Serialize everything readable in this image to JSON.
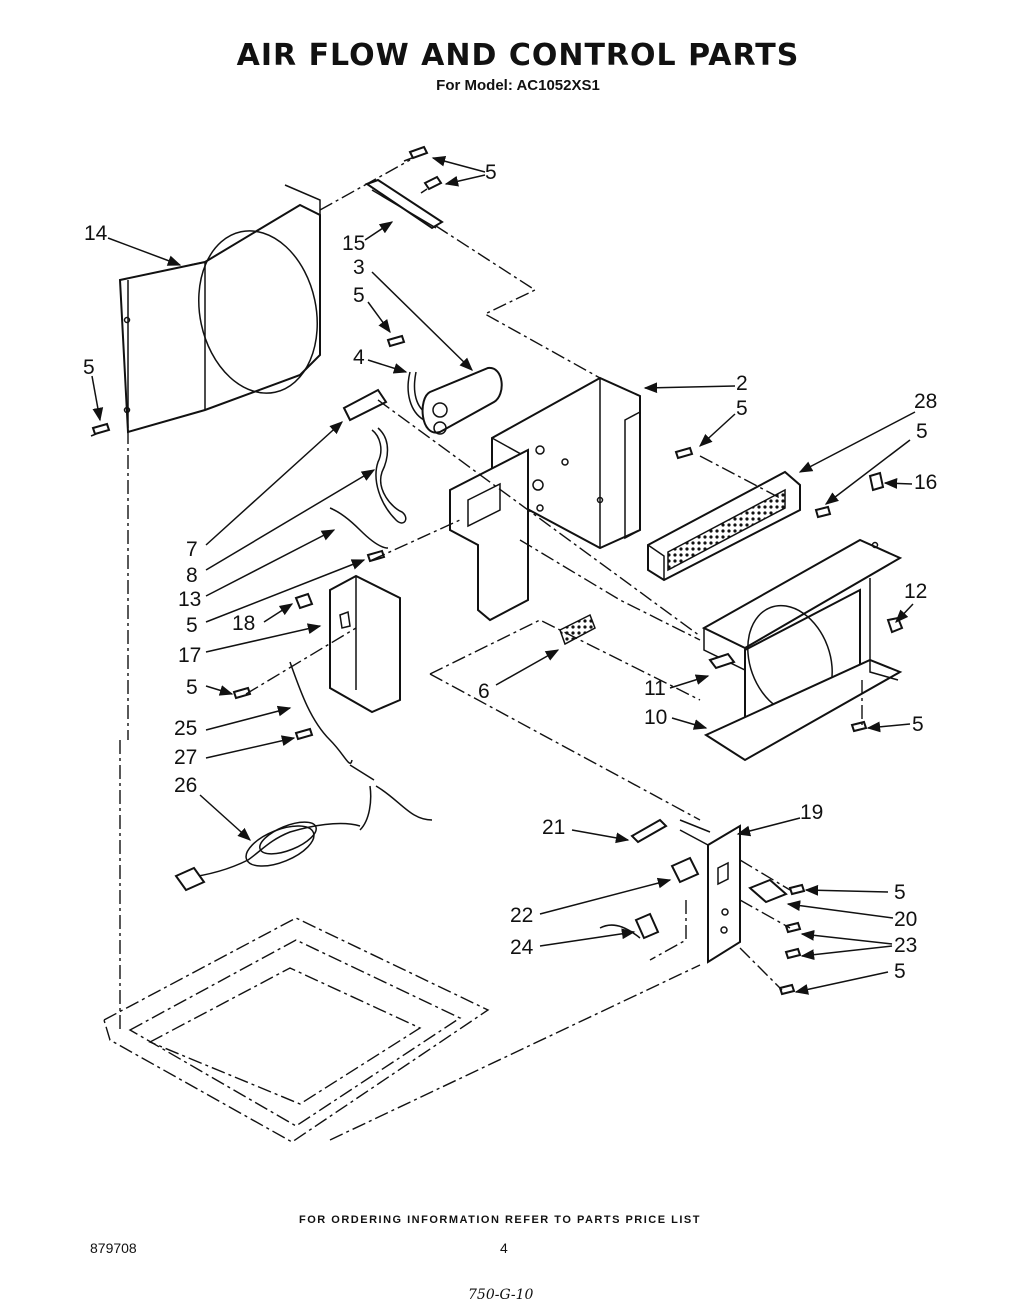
{
  "header": {
    "title": "AIR FLOW AND CONTROL PARTS",
    "subtitle": "For Model: AC1052XS1"
  },
  "footer": {
    "ordering_note": "FOR ORDERING INFORMATION REFER TO PARTS PRICE LIST",
    "doc_number": "879708",
    "page_number": "4",
    "handwritten_note": "750-G-10"
  },
  "callouts": [
    {
      "id": "c5a",
      "label": "5"
    },
    {
      "id": "c14",
      "label": "14"
    },
    {
      "id": "c15",
      "label": "15"
    },
    {
      "id": "c3",
      "label": "3"
    },
    {
      "id": "c5b",
      "label": "5"
    },
    {
      "id": "c4",
      "label": "4"
    },
    {
      "id": "c2",
      "label": "2"
    },
    {
      "id": "c5c",
      "label": "5"
    },
    {
      "id": "c28",
      "label": "28"
    },
    {
      "id": "c5d",
      "label": "5"
    },
    {
      "id": "c16",
      "label": "16"
    },
    {
      "id": "c5e",
      "label": "5"
    },
    {
      "id": "c7",
      "label": "7"
    },
    {
      "id": "c8",
      "label": "8"
    },
    {
      "id": "c13",
      "label": "13"
    },
    {
      "id": "c5f",
      "label": "5"
    },
    {
      "id": "c18",
      "label": "18"
    },
    {
      "id": "c17",
      "label": "17"
    },
    {
      "id": "c12",
      "label": "12"
    },
    {
      "id": "c5g",
      "label": "5"
    },
    {
      "id": "c6",
      "label": "6"
    },
    {
      "id": "c11",
      "label": "11"
    },
    {
      "id": "c25",
      "label": "25"
    },
    {
      "id": "c10",
      "label": "10"
    },
    {
      "id": "c5h",
      "label": "5"
    },
    {
      "id": "c27",
      "label": "27"
    },
    {
      "id": "c26",
      "label": "26"
    },
    {
      "id": "c19",
      "label": "19"
    },
    {
      "id": "c21",
      "label": "21"
    },
    {
      "id": "c5i",
      "label": "5"
    },
    {
      "id": "c22",
      "label": "22"
    },
    {
      "id": "c20",
      "label": "20"
    },
    {
      "id": "c24",
      "label": "24"
    },
    {
      "id": "c23",
      "label": "23"
    },
    {
      "id": "c5j",
      "label": "5"
    }
  ]
}
